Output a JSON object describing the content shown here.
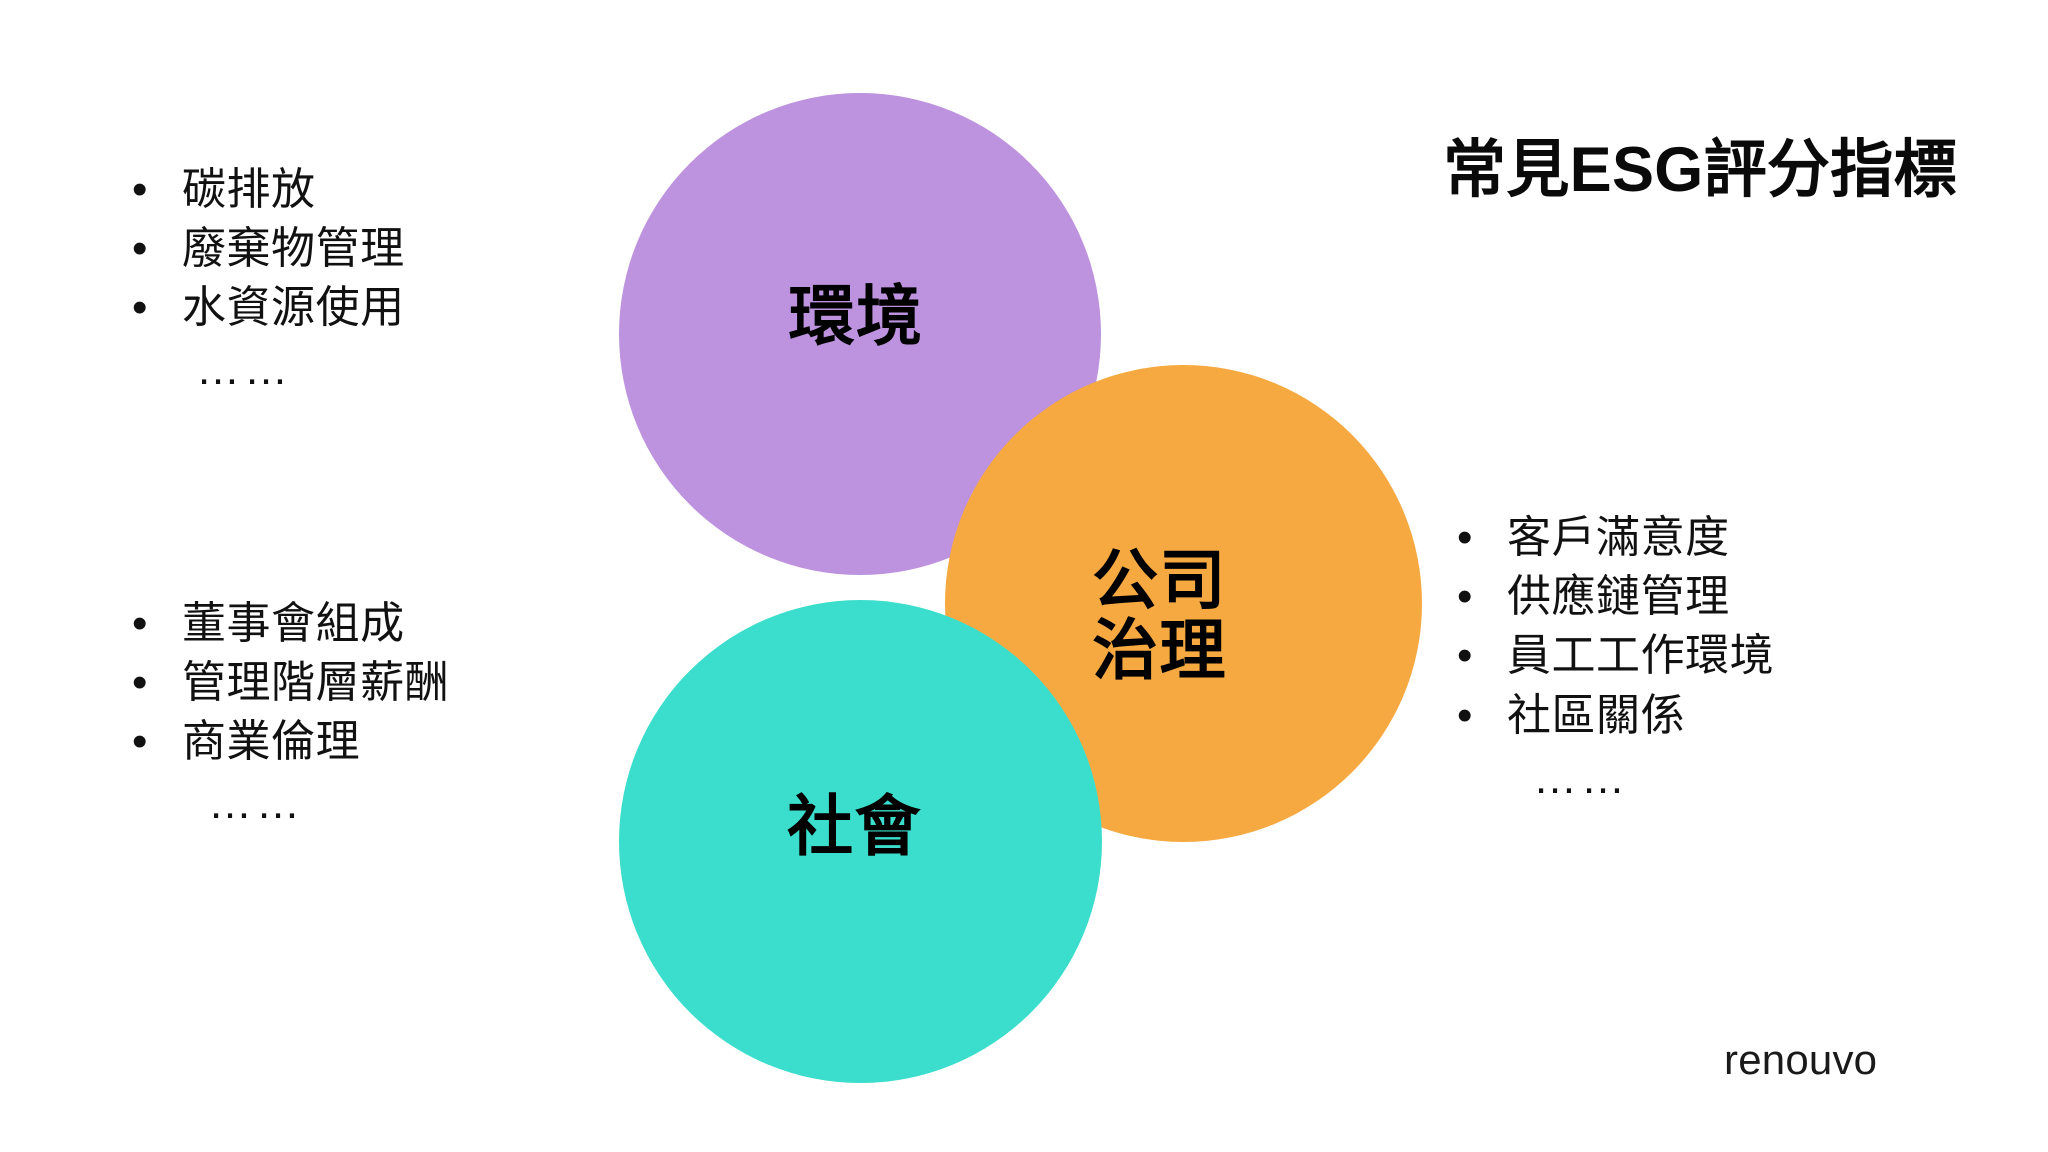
{
  "title": {
    "text": "常見ESG評分指標"
  },
  "circles": [
    {
      "key": "environment",
      "label": "環境",
      "color": "#bd92de",
      "text_color": "#000000"
    },
    {
      "key": "governance",
      "label": "公司\n治理",
      "color": "#f7a941",
      "text_color": "#000000"
    },
    {
      "key": "social",
      "label": "社會",
      "color": "#3bdecd",
      "text_color": "#000000"
    }
  ],
  "lists": {
    "environment": {
      "bullet": "•",
      "items": [
        "碳排放",
        "廢棄物管理",
        "水資源使用"
      ],
      "ellipsis": "……"
    },
    "governance": {
      "bullet": "•",
      "items": [
        "董事會組成",
        "管理階層薪酬",
        "商業倫理"
      ],
      "ellipsis": "……"
    },
    "social": {
      "bullet": "•",
      "items": [
        "客戶滿意度",
        "供應鏈管理",
        "員工工作環境",
        "社區關係"
      ],
      "ellipsis": "……"
    }
  },
  "watermark": {
    "text": "renouvo"
  }
}
